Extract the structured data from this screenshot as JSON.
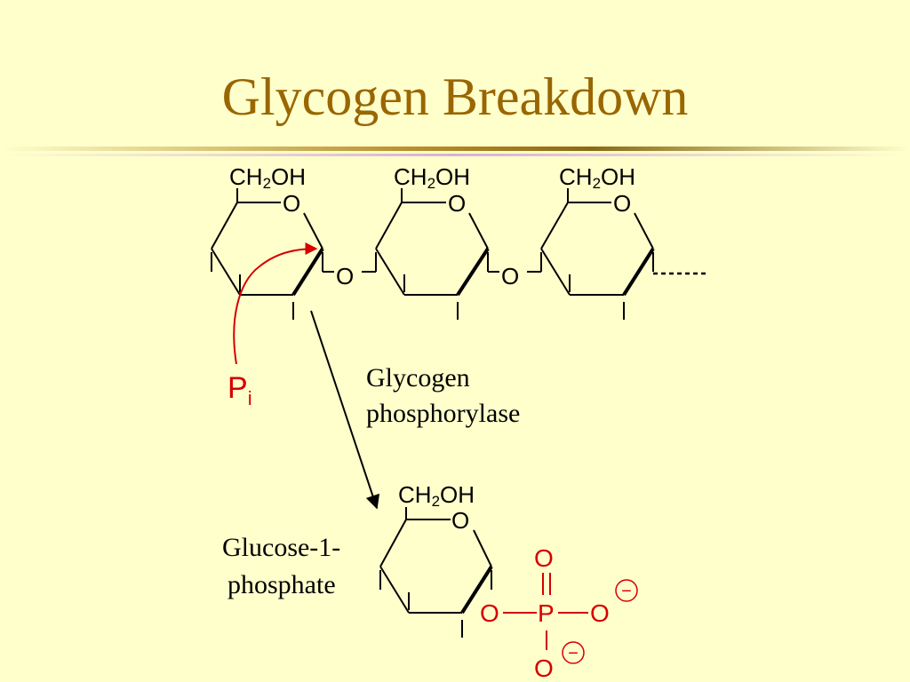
{
  "title": "Glycogen Breakdown",
  "colors": {
    "background": "#ffffcc",
    "title": "#996600",
    "bond": "#000000",
    "phosphate": "#d40000"
  },
  "chain": {
    "ch2oh_prefix": "CH",
    "ch2oh_sub": "2",
    "ch2oh_suffix": "OH",
    "ring_oxygen": "O",
    "glycosidic_oxygen": "O"
  },
  "phosphate_in": {
    "symbol": "P",
    "subscript": "i"
  },
  "enzyme": {
    "line1": "Glycogen",
    "line2": "phosphorylase"
  },
  "product": {
    "line1": "Glucose-1-",
    "line2": "phosphate",
    "ring_oxygen": "O",
    "ester_oxygen": "O",
    "phosphorus": "P",
    "double_bond_oxygen": "O",
    "oxygen_right": "O",
    "oxygen_bottom": "O",
    "charge": "−"
  }
}
